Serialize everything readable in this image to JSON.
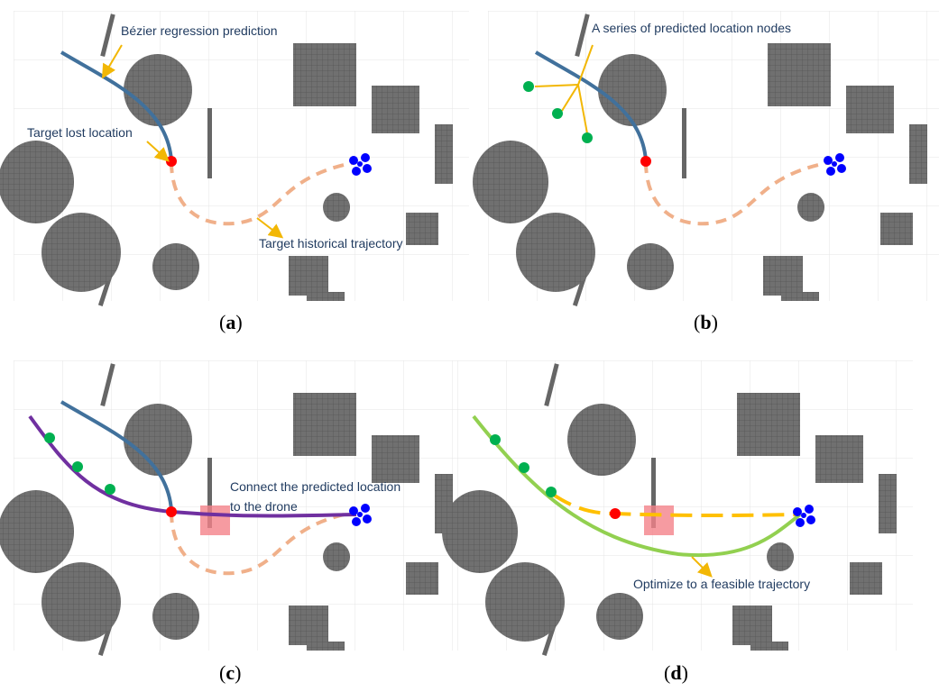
{
  "colors": {
    "obstacle": "#707070",
    "obstacle_grid": "#555555",
    "bezier": "#41719c",
    "historical": "#f0b08a",
    "connect": "#7030a0",
    "optimized": "#92d050",
    "straight": "#ffc000",
    "arrow": "#f2b705",
    "target_lost": "#ff0000",
    "node": "#00b050",
    "drone": "#0000ff",
    "highlight": "#f4828a"
  },
  "panels": [
    {
      "caption_open": "(",
      "caption_letter": "a",
      "caption_close": ")",
      "labels": {
        "bezier": "Bézier regression prediction",
        "lost": "Target lost location",
        "history": "Target historical trajectory"
      }
    },
    {
      "caption_open": "(",
      "caption_letter": "b",
      "caption_close": ")",
      "labels": {
        "nodes": "A series of predicted location nodes"
      }
    },
    {
      "caption_open": "(",
      "caption_letter": "c",
      "caption_close": ")",
      "labels": {
        "connect_1": "Connect the predicted location",
        "connect_2": "to the drone"
      }
    },
    {
      "caption_open": "(",
      "caption_letter": "d",
      "caption_close": ")",
      "labels": {
        "optimize": "Optimize to a feasible trajectory"
      }
    }
  ]
}
